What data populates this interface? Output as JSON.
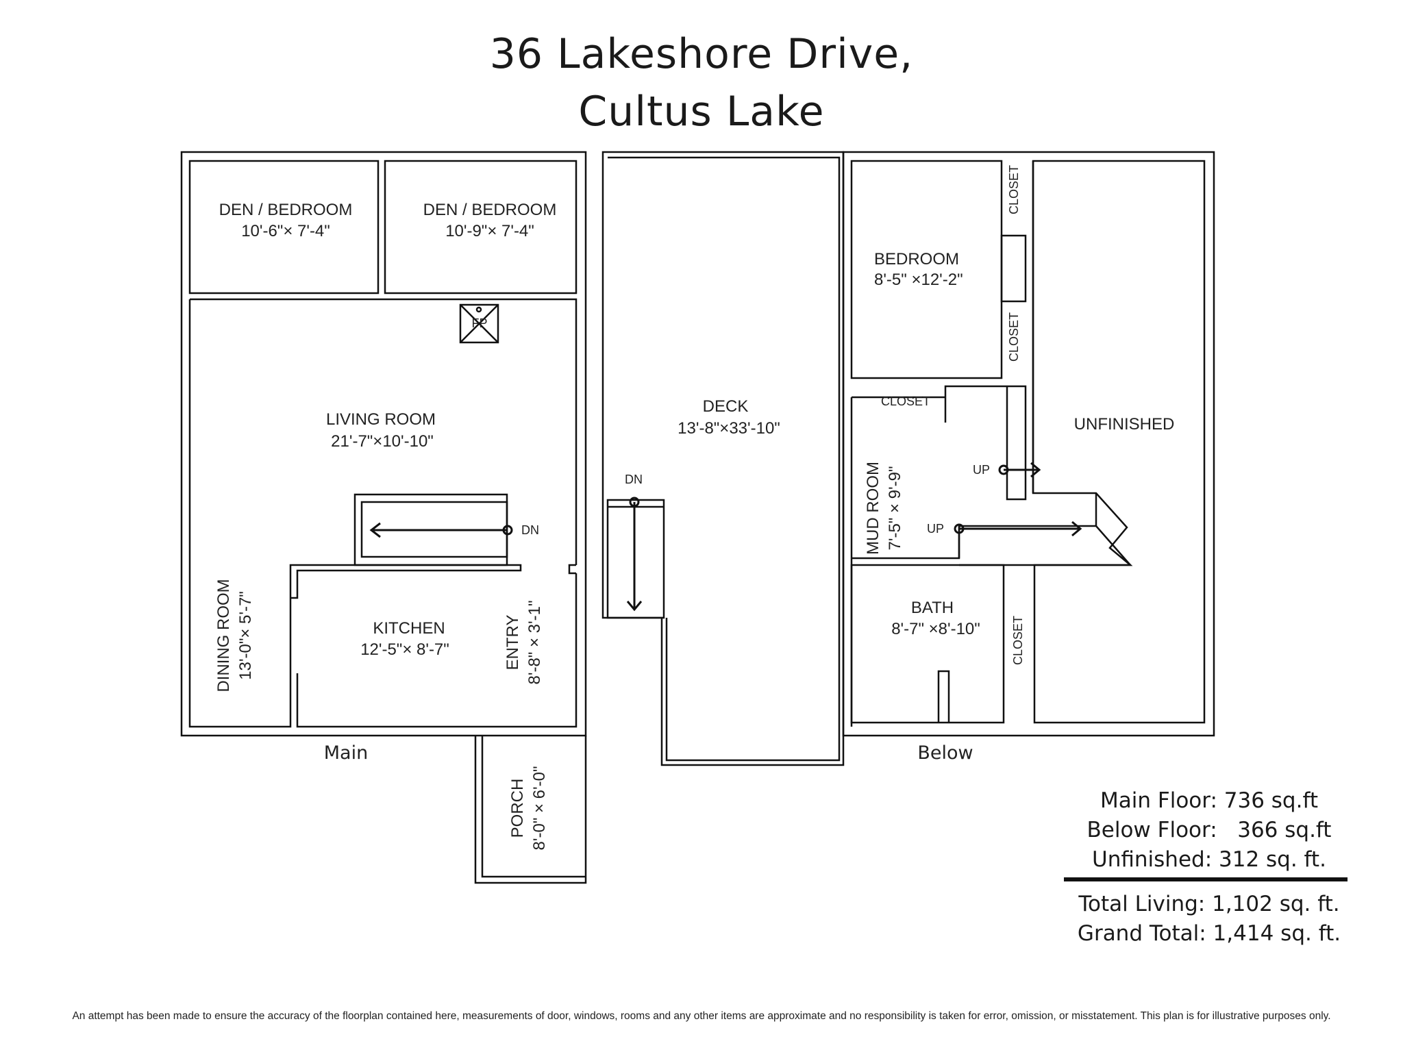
{
  "title": {
    "line1": "36 Lakeshore Drive,",
    "line2": "Cultus Lake"
  },
  "main_floor": {
    "label": "Main",
    "rooms": {
      "den1": {
        "name": "DEN / BEDROOM",
        "dims": "10'-6\"× 7'-4\""
      },
      "den2": {
        "name": "DEN / BEDROOM",
        "dims": "10'-9\"× 7'-4\""
      },
      "fireplace": "FP",
      "living": {
        "name": "LIVING ROOM",
        "dims": "21'-7\"×10'-10\""
      },
      "stairs_dn": "DN",
      "dining": {
        "name": "DINING ROOM",
        "dims": "13'-0\"× 5'-7\""
      },
      "kitchen": {
        "name": "KITCHEN",
        "dims": "12'-5\"×  8'-7\""
      },
      "entry": {
        "name": "ENTRY",
        "dims": "8'-8\" × 3'-1\""
      },
      "porch": {
        "name": "PORCH",
        "dims": "8'-0\" × 6'-0\""
      }
    }
  },
  "deck": {
    "name": "DECK",
    "dims": "13'-8\"×33'-10\"",
    "stairs_dn": "DN"
  },
  "below_floor": {
    "label": "Below",
    "rooms": {
      "bedroom": {
        "name": "BEDROOM",
        "dims": "8'-5\" ×12'-2\""
      },
      "closet_top": "CLOSET",
      "closet_mid": "CLOSET",
      "closet_left": "CLOSET",
      "closet_bath": "CLOSET",
      "unfinished": "UNFINISHED",
      "mud": {
        "name": "MUD ROOM",
        "dims": "7'-5\" × 9'-9\""
      },
      "up1": "UP",
      "up2": "UP",
      "bath": {
        "name": "BATH",
        "dims": "8'-7\" ×8'-10\""
      }
    }
  },
  "stats": {
    "main": "Main Floor: 736 sq.ft",
    "below": "Below Floor:   366 sq.ft",
    "unfinished": "Unfinished: 312 sq. ft.",
    "total_living": "Total Living: 1,102 sq. ft.",
    "grand_total": "Grand Total: 1,414 sq. ft."
  },
  "disclaimer": "An attempt has been made to ensure the accuracy of the floorplan contained here, measurements of door, windows, rooms and any other items are approximate and no responsibility is taken for error, omission, or misstatement. This plan is for illustrative purposes only."
}
